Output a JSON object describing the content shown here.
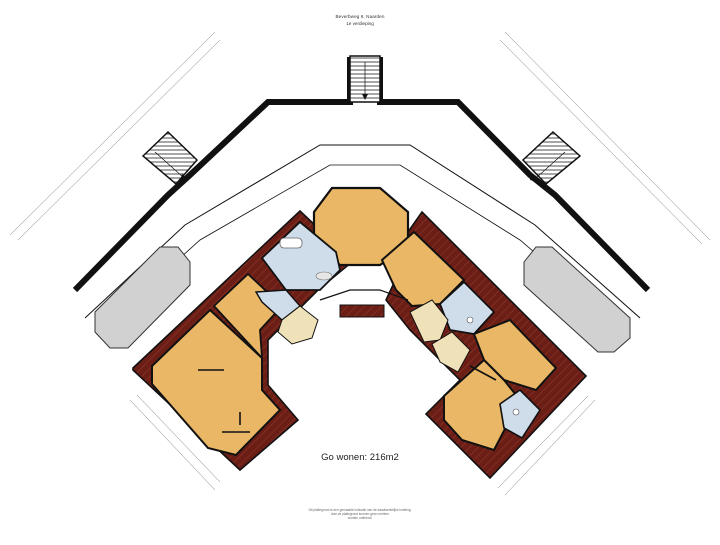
{
  "header": {
    "address": "Beverbweg 6, Naarden",
    "floor": "1e verdieping"
  },
  "area_label": "Go wonen: 216m2",
  "disclaimer": [
    "Dit plattegrond is een gemaakte indicatie van de daadwerkelijke indeling.",
    "Aan de plattegrond kunnen geen rechten",
    "worden ontleend."
  ],
  "colors": {
    "wall": "#111111",
    "outer_wall": "#6b1e16",
    "room": "#e9b765",
    "bathroom": "#cfdcea",
    "stair_landing": "#efe2b8",
    "roof_bay": "#d1d1d1",
    "background": "#ffffff"
  },
  "icons": [
    "staircase-top",
    "staircase-left",
    "staircase-right",
    "bath-tub",
    "shower",
    "toilet",
    "sink"
  ]
}
